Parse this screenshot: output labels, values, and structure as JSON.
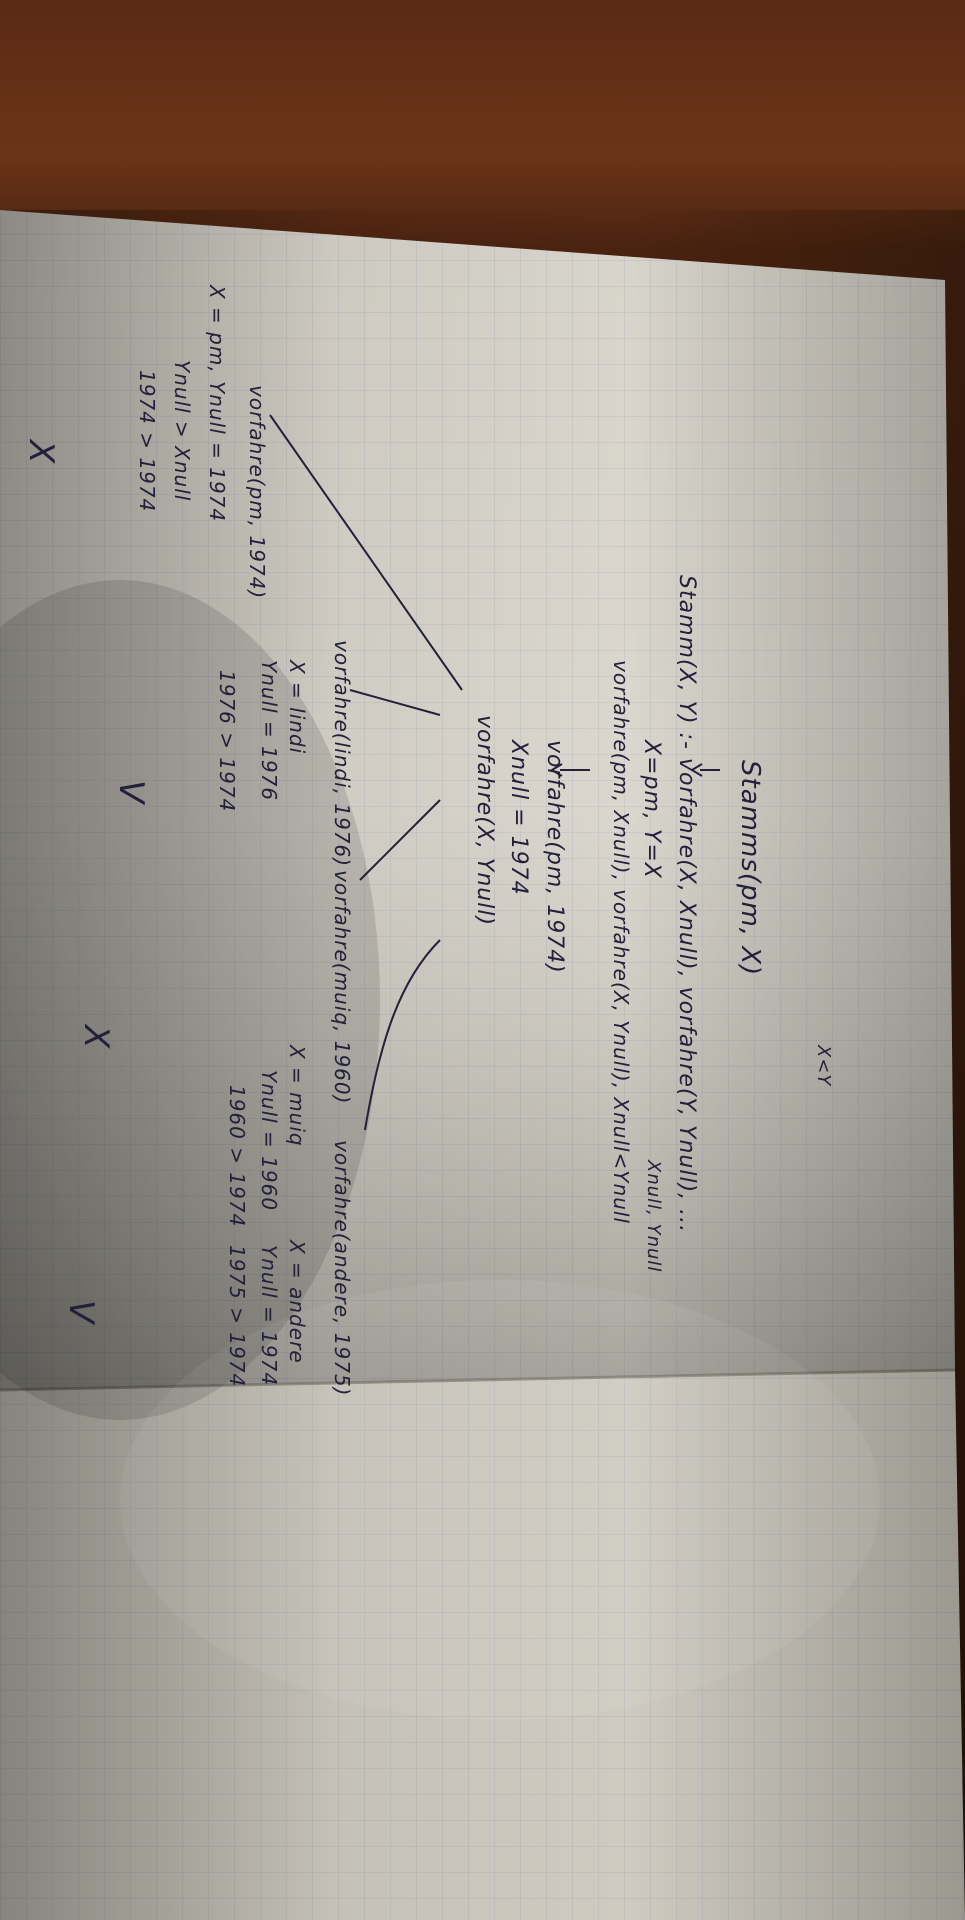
{
  "notebook": {
    "orientation": "rotated-90-clockwise",
    "paper": "grid",
    "colors": {
      "ink": "#23203a",
      "paper": "#d9d5cc",
      "table": "#6b3418",
      "grid": "#9aa3b5"
    },
    "handwriting": {
      "root_call": "Stamms(pm, X)",
      "rule": "Stamm(X, Y) :- vorfahre(X, Xnull), vorfahre(Y, Ynull), ...",
      "first_unify": "X=pm, Y=X",
      "expanded": "vorfahre(pm, Xnull), vorfahre(X, Ynull), Xnull<Ynull",
      "right_note_1": "X<Y",
      "right_note_2": "Xnull, Ynull",
      "step_vorfahre": "vorfahre(pm, 1974)",
      "xnull_value": "Xnull = 1974",
      "step_remaining": "vorfahre(X, Ynull)",
      "branch_left_call": "vorfahre(pm, 1974)",
      "branch_left_x": "X = pm, Ynull = 1974",
      "branch_left_cmp": "Ynull > Xnull",
      "branch_left_result": "1974 > 1974",
      "branch_left_verdict": "X",
      "branch_mid_call": "vorfahre(lindi, 1976)",
      "branch_mid_x": "X = lindi",
      "branch_mid_ynull": "Ynull = 1976",
      "branch_mid_result": "1976 > 1974",
      "branch_mid_verdict": "V",
      "branch_c_call": "vorfahre(muiq, 1960)",
      "branch_c_x": "X = muiq",
      "branch_c_ynull": "Ynull = 1960",
      "branch_c_result": "1960 > 1974",
      "branch_c_verdict": "X",
      "branch_right_call": "vorfahre(andere, 1975)",
      "branch_right_x": "X = andere",
      "branch_right_ynull": "Ynull = 1974",
      "branch_right_result": "1975 > 1974",
      "branch_right_verdict": "V"
    }
  }
}
